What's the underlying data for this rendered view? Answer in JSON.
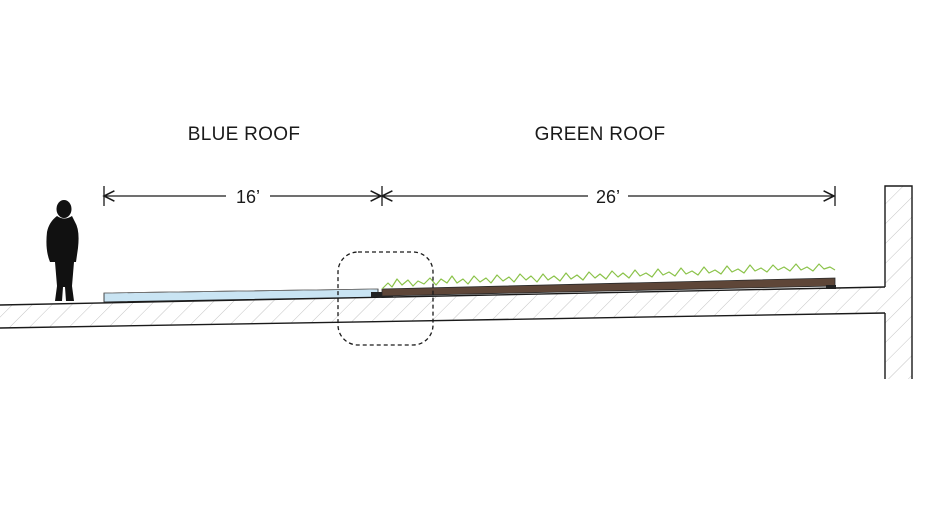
{
  "sections": {
    "blue_roof": {
      "title": "BLUE ROOF",
      "dimension": "16’"
    },
    "green_roof": {
      "title": "GREEN ROOF",
      "dimension": "26’"
    }
  },
  "colors": {
    "line": "#1a1a1a",
    "hatch": "#bdbdbd",
    "water": "#b9dcef",
    "soil": "#5e4638",
    "vegetation": "#8bc34a",
    "detail_callout": "#1a1a1a"
  },
  "icons": [
    "person-silhouette-icon",
    "dimension-arrow-icon",
    "detail-callout-icon"
  ]
}
